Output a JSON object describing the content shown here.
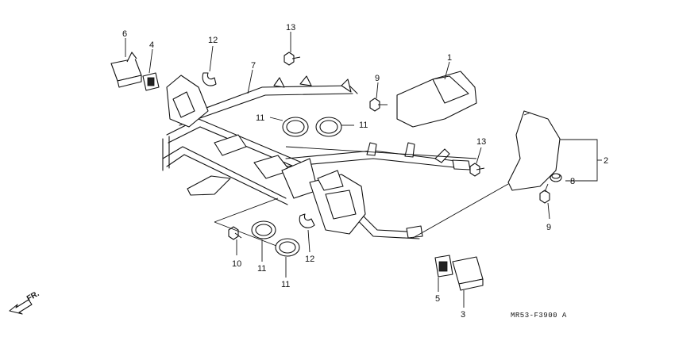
{
  "callouts": [
    {
      "id": "c1",
      "text": "1"
    },
    {
      "id": "c2",
      "text": "2"
    },
    {
      "id": "c3",
      "text": "3"
    },
    {
      "id": "c4",
      "text": "4"
    },
    {
      "id": "c5",
      "text": "5"
    },
    {
      "id": "c6",
      "text": "6"
    },
    {
      "id": "c7",
      "text": "7"
    },
    {
      "id": "c8",
      "text": "8"
    },
    {
      "id": "c9a",
      "text": "9"
    },
    {
      "id": "c9b",
      "text": "9"
    },
    {
      "id": "c10",
      "text": "10"
    },
    {
      "id": "c11a",
      "text": "11"
    },
    {
      "id": "c11b",
      "text": "11"
    },
    {
      "id": "c11c",
      "text": "11"
    },
    {
      "id": "c11d",
      "text": "11"
    },
    {
      "id": "c12a",
      "text": "12"
    },
    {
      "id": "c12b",
      "text": "12"
    },
    {
      "id": "c13a",
      "text": "13"
    },
    {
      "id": "c13b",
      "text": "13"
    }
  ],
  "direction_label": "FR.",
  "diagram_code": "MR53-F3900 A"
}
